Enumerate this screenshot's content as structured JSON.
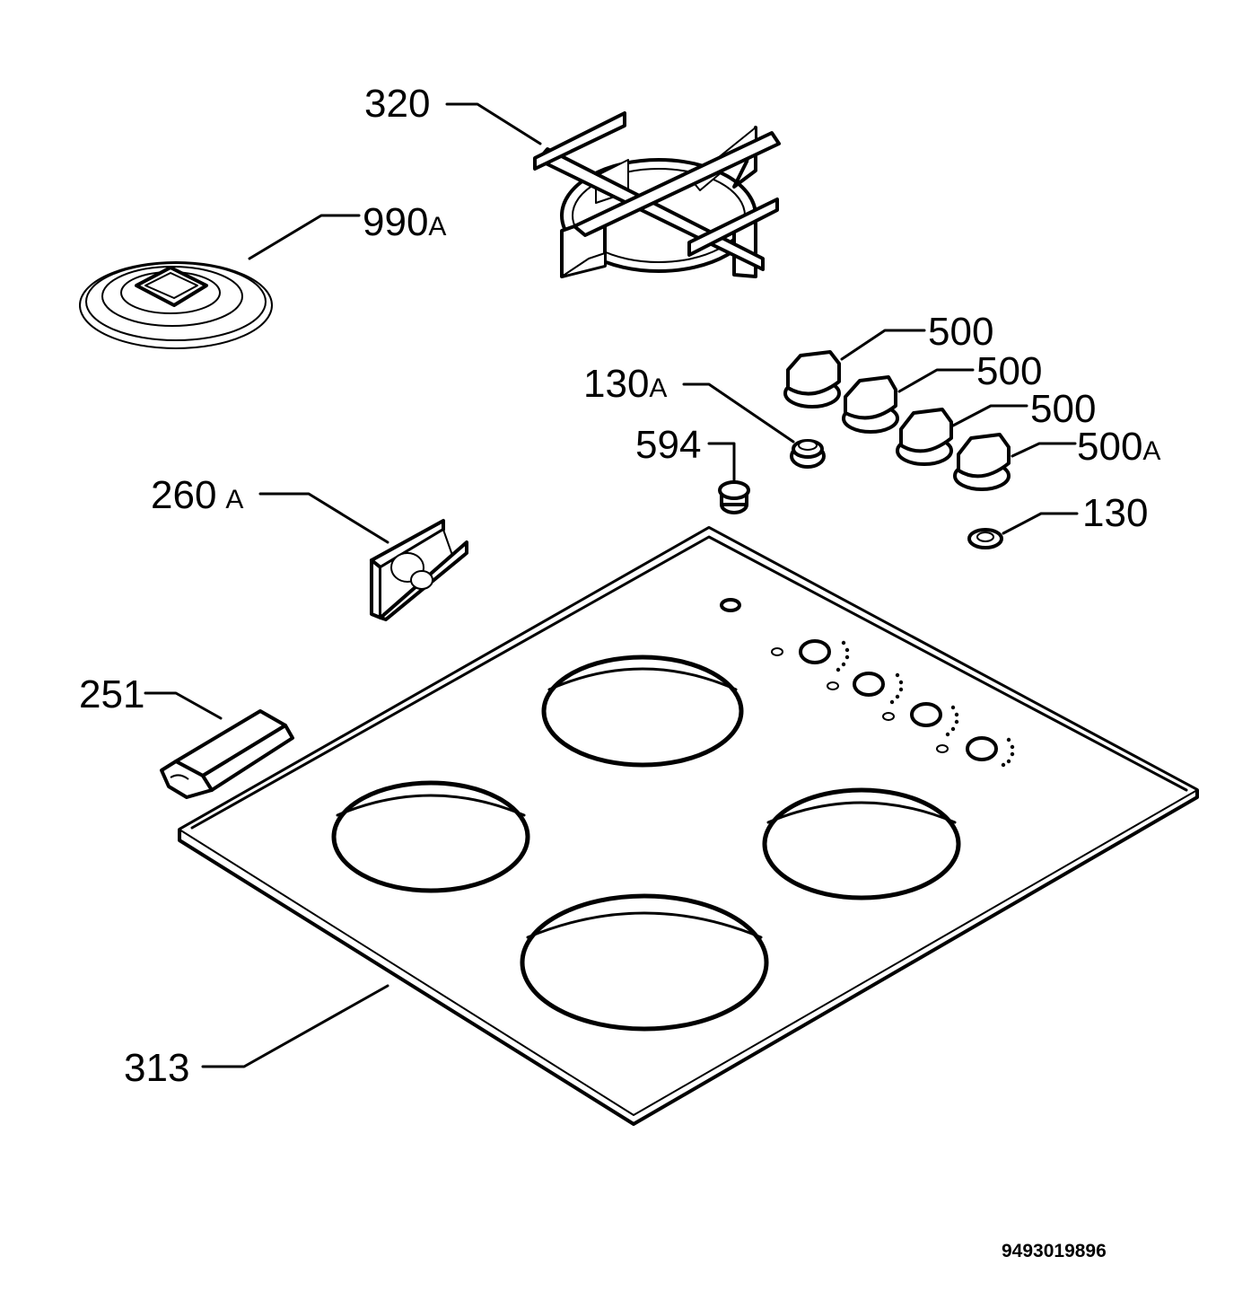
{
  "parts": {
    "p320": "320",
    "p990a": "990",
    "p990a_suffix": "A",
    "p500_1": "500",
    "p500_2": "500",
    "p500_3": "500",
    "p500a": "500",
    "p500a_suffix": "A",
    "p130a": "130",
    "p130a_suffix": "A",
    "p594": "594",
    "p130": "130",
    "p260a": "260",
    "p260a_suffix": "A",
    "p251": "251",
    "p313": "313"
  },
  "document_id": "9493019896"
}
